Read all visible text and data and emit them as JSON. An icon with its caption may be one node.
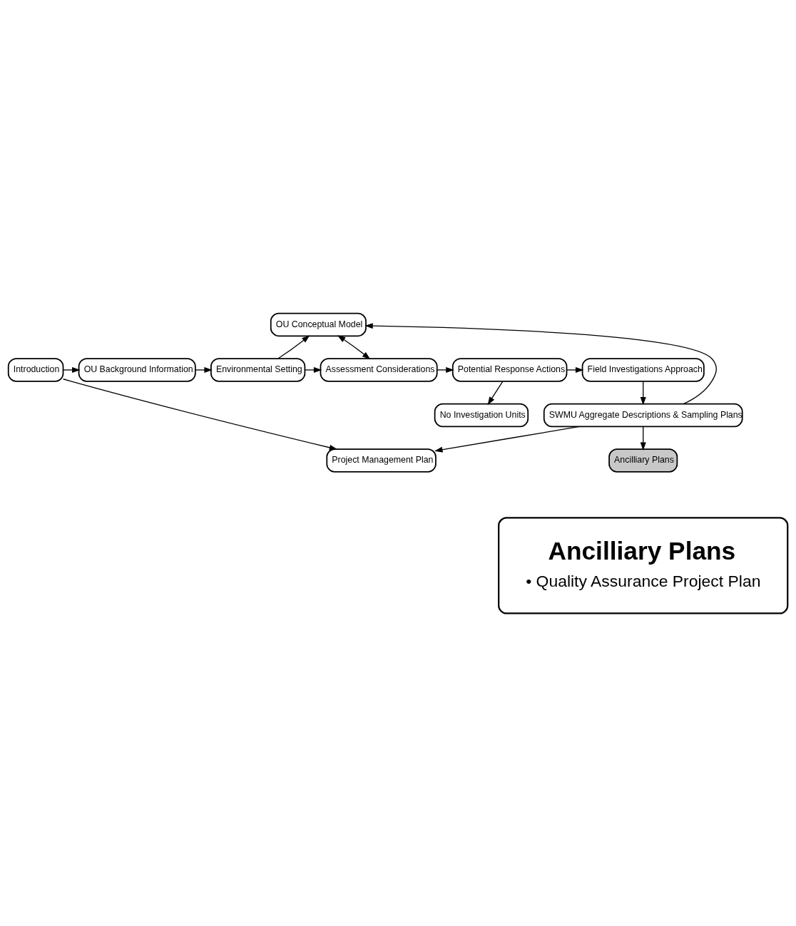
{
  "diagram": {
    "nodes": [
      {
        "text": [
          "Introduction"
        ]
      },
      {
        "text": [
          "OU Background Information"
        ]
      },
      {
        "text": [
          "Environmental Setting"
        ]
      },
      {
        "text": [
          "OU Conceptual Model"
        ]
      },
      {
        "text": [
          "Assessment Considerations"
        ]
      },
      {
        "text": [
          "Potential Response Actions"
        ]
      },
      {
        "text": [
          "Field Investigations Approach"
        ]
      },
      {
        "text": [
          "No Investigation Units"
        ]
      },
      {
        "text": [
          "Project Management Plan"
        ]
      },
      {
        "text": [
          "SWMU Aggregate Descriptions & Sampling Plans"
        ]
      },
      {
        "text": [
          "Ancilliary Plans"
        ]
      },
      {
        "text": [
          "Ancilliary Plans",
          "• Quality Assurance Project Plan"
        ]
      }
    ],
    "edges": [
      {
        "from": 0,
        "to": 1,
        "arrow": "to"
      },
      {
        "from": 1,
        "to": 2,
        "arrow": "to"
      },
      {
        "from": 2,
        "to": 3,
        "arrow": "to"
      },
      {
        "from": 2,
        "to": 4,
        "arrow": "to"
      },
      {
        "from": 4,
        "to": 3,
        "arrow": "both"
      },
      {
        "from": 4,
        "to": 5,
        "arrow": "to"
      },
      {
        "from": 5,
        "to": 6,
        "arrow": "to"
      },
      {
        "from": 5,
        "to": 7,
        "arrow": "to"
      },
      {
        "from": 6,
        "to": 9,
        "arrow": "to"
      },
      {
        "from": 0,
        "to": 8,
        "arrow": "to"
      },
      {
        "from": 9,
        "to": 8,
        "arrow": "to"
      },
      {
        "from": 9,
        "to": 3,
        "arrow": "to"
      },
      {
        "from": 9,
        "to": 10,
        "arrow": "to"
      }
    ]
  }
}
